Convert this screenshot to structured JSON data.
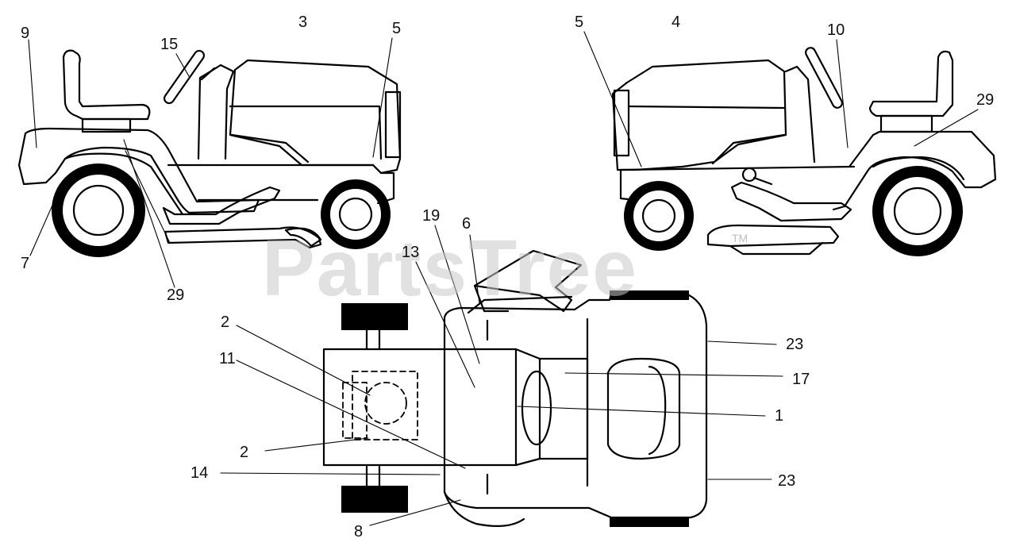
{
  "watermark": {
    "text": "PartsTree",
    "trademark": "TM"
  },
  "callouts": {
    "c9": "9",
    "c15": "15",
    "c3": "3",
    "c5a": "5",
    "c7": "7",
    "c29a": "29",
    "c5b": "5",
    "c4": "4",
    "c10": "10",
    "c29b": "29",
    "c19": "19",
    "c6": "6",
    "c13": "13",
    "c2a": "2",
    "c11": "11",
    "c2b": "2",
    "c14": "14",
    "c8": "8",
    "c23a": "23",
    "c17": "17",
    "c1": "1",
    "c23b": "23"
  },
  "colors": {
    "line": "#000000",
    "tire": "#000000",
    "background": "#ffffff",
    "watermark": "#c9c9c9"
  }
}
